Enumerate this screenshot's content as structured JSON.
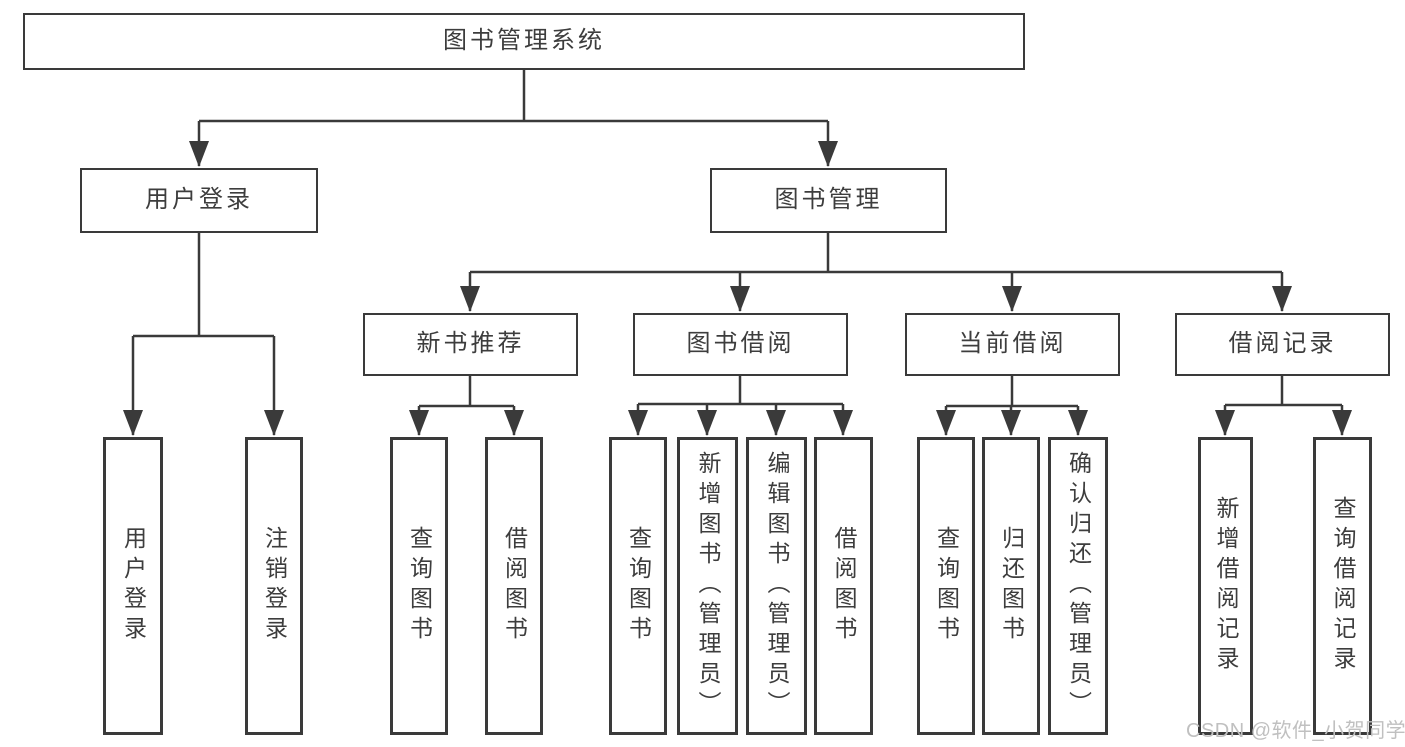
{
  "diagram": {
    "type": "hierarchy-tree",
    "colors": {
      "line": "#3a3a3a",
      "box_border": "#3a3a3a",
      "text": "#3d3d3d",
      "background": "#ffffff",
      "watermark": "#c0c0c0"
    },
    "nodes": {
      "root": {
        "label": "图书管理系统"
      },
      "user_login": {
        "label": "用户登录"
      },
      "book_mgmt": {
        "label": "图书管理"
      },
      "new_book_rec": {
        "label": "新书推荐"
      },
      "book_borrow": {
        "label": "图书借阅"
      },
      "current_borrow": {
        "label": "当前借阅"
      },
      "borrow_records": {
        "label": "借阅记录"
      },
      "leaf_user_login": {
        "label": "用户登录"
      },
      "leaf_logout": {
        "label": "注销登录"
      },
      "leaf_nbr_query": {
        "label": "查询图书"
      },
      "leaf_nbr_borrow": {
        "label": "借阅图书"
      },
      "leaf_bb_query": {
        "label": "查询图书"
      },
      "leaf_bb_add": {
        "label": "新增图书（管理员）"
      },
      "leaf_bb_edit": {
        "label": "编辑图书（管理员）"
      },
      "leaf_bb_borrow": {
        "label": "借阅图书"
      },
      "leaf_cb_query": {
        "label": "查询图书"
      },
      "leaf_cb_return": {
        "label": "归还图书"
      },
      "leaf_cb_confirm": {
        "label": "确认归还（管理员）"
      },
      "leaf_br_add": {
        "label": "新增借阅记录"
      },
      "leaf_br_query": {
        "label": "查询借阅记录"
      }
    },
    "edges": [
      {
        "from": "图书管理系统",
        "to": [
          "用户登录",
          "图书管理"
        ]
      },
      {
        "from": "用户登录",
        "to": [
          "用户登录",
          "注销登录"
        ]
      },
      {
        "from": "图书管理",
        "to": [
          "新书推荐",
          "图书借阅",
          "当前借阅",
          "借阅记录"
        ]
      },
      {
        "from": "新书推荐",
        "to": [
          "查询图书",
          "借阅图书"
        ]
      },
      {
        "from": "图书借阅",
        "to": [
          "查询图书",
          "新增图书（管理员）",
          "编辑图书（管理员）",
          "借阅图书"
        ]
      },
      {
        "from": "当前借阅",
        "to": [
          "查询图书",
          "归还图书",
          "确认归还（管理员）"
        ]
      },
      {
        "from": "借阅记录",
        "to": [
          "新增借阅记录",
          "查询借阅记录"
        ]
      }
    ]
  },
  "watermark": {
    "text": "CSDN @软件_小贺同学"
  }
}
